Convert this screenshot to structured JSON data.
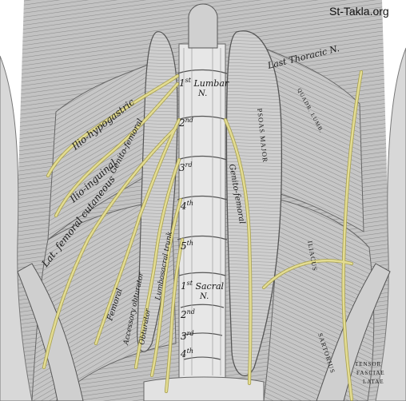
{
  "watermark": "St-Takla.org",
  "labels": {
    "last_thoracic_n": "Last Thoracic N.",
    "quadr_lumb": "QUADR. LUMB.",
    "psoas_major": "PSOAS MAJOR",
    "iliacus": "ILIACUS",
    "sartorius": "SARTORIUS",
    "tensor_fasciae_latae": [
      "TENSOR",
      "FASCIAE",
      "LATAE"
    ],
    "ilio_hypogastric": "Ilio-hypogastric",
    "ilio_inguinal": "Ilio-inguinal",
    "genito_femoral_left": "Genito-femoral",
    "genito_femoral_right": "Genito-femoral",
    "lat_femoral_cutaneous": "Lat. femoral cutaneous",
    "femoral": "Femoral",
    "accessory_obturator": "Accessory obturator",
    "obturator": "Obturator",
    "lumbosacral_trunk": "Lumbosacral trunk",
    "vertebrae": [
      {
        "num": "1",
        "sup": "st",
        "suffix": "Lumbar",
        "sub": "N."
      },
      {
        "num": "2",
        "sup": "nd",
        "suffix": "",
        "sub": ""
      },
      {
        "num": "3",
        "sup": "rd",
        "suffix": "",
        "sub": ""
      },
      {
        "num": "4",
        "sup": "th",
        "suffix": "",
        "sub": ""
      },
      {
        "num": "5",
        "sup": "th",
        "suffix": "",
        "sub": ""
      },
      {
        "num": "1",
        "sup": "st",
        "suffix": "Sacral",
        "sub": "N."
      },
      {
        "num": "2",
        "sup": "nd",
        "suffix": "",
        "sub": ""
      },
      {
        "num": "3",
        "sup": "rd",
        "suffix": "",
        "sub": ""
      },
      {
        "num": "4",
        "sup": "th",
        "suffix": "",
        "sub": ""
      }
    ]
  },
  "colors": {
    "background": "#ffffff",
    "muscle": "#bdbdbd",
    "muscle_dark": "#8e8e8e",
    "bone": "#e4e4e4",
    "nerve": "#e3dc92",
    "nerve_outline": "#a79f4e",
    "ink": "#1a1a1a"
  }
}
